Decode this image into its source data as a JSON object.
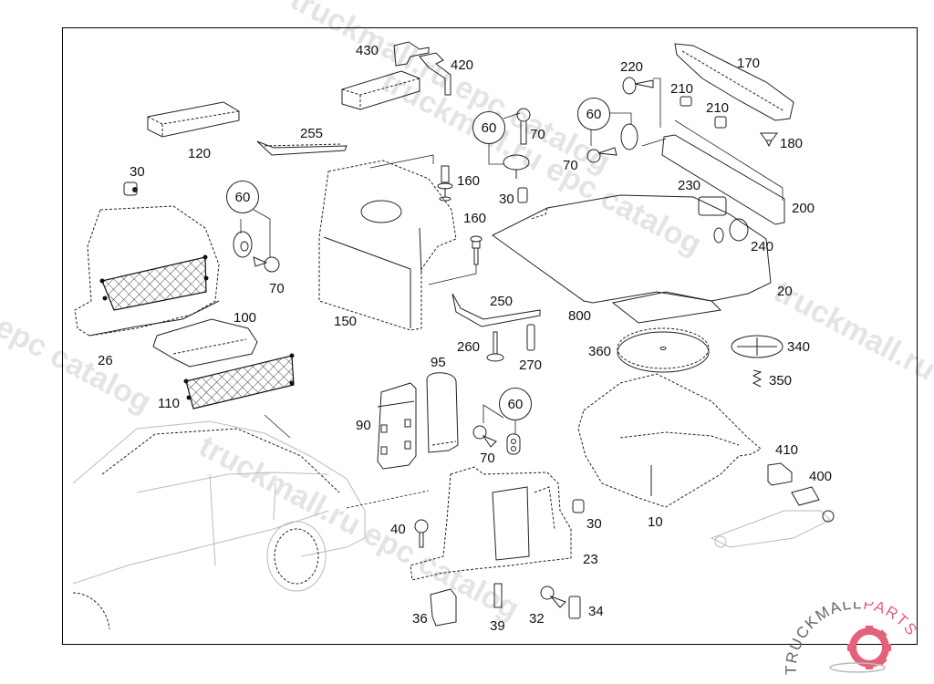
{
  "diagram": {
    "type": "exploded parts diagram",
    "subject": "Luggage compartment trim and components",
    "part_labels": [
      {
        "id": "p430",
        "number": "430"
      },
      {
        "id": "p420",
        "number": "420"
      },
      {
        "id": "p120",
        "number": "120"
      },
      {
        "id": "p255",
        "number": "255"
      },
      {
        "id": "p30a",
        "number": "30"
      },
      {
        "id": "p60a",
        "number": "60"
      },
      {
        "id": "p70a",
        "number": "70"
      },
      {
        "id": "p26",
        "number": "26"
      },
      {
        "id": "p100",
        "number": "100"
      },
      {
        "id": "p110",
        "number": "110"
      },
      {
        "id": "p150",
        "number": "150"
      },
      {
        "id": "p160a",
        "number": "160"
      },
      {
        "id": "p160b",
        "number": "160"
      },
      {
        "id": "p60b",
        "number": "60"
      },
      {
        "id": "p70b",
        "number": "70"
      },
      {
        "id": "p30b",
        "number": "30"
      },
      {
        "id": "p220",
        "number": "220"
      },
      {
        "id": "p60c",
        "number": "60"
      },
      {
        "id": "p70c",
        "number": "70"
      },
      {
        "id": "p210a",
        "number": "210"
      },
      {
        "id": "p210b",
        "number": "210"
      },
      {
        "id": "p170",
        "number": "170"
      },
      {
        "id": "p180",
        "number": "180"
      },
      {
        "id": "p230",
        "number": "230"
      },
      {
        "id": "p200",
        "number": "200"
      },
      {
        "id": "p240",
        "number": "240"
      },
      {
        "id": "p20",
        "number": "20"
      },
      {
        "id": "p250",
        "number": "250"
      },
      {
        "id": "p800",
        "number": "800"
      },
      {
        "id": "p260",
        "number": "260"
      },
      {
        "id": "p270",
        "number": "270"
      },
      {
        "id": "p360",
        "number": "360"
      },
      {
        "id": "p340",
        "number": "340"
      },
      {
        "id": "p350",
        "number": "350"
      },
      {
        "id": "p95",
        "number": "95"
      },
      {
        "id": "p90",
        "number": "90"
      },
      {
        "id": "p60d",
        "number": "60"
      },
      {
        "id": "p70d",
        "number": "70"
      },
      {
        "id": "p410",
        "number": "410"
      },
      {
        "id": "p400",
        "number": "400"
      },
      {
        "id": "p10",
        "number": "10"
      },
      {
        "id": "p40",
        "number": "40"
      },
      {
        "id": "p30c",
        "number": "30"
      },
      {
        "id": "p23",
        "number": "23"
      },
      {
        "id": "p36",
        "number": "36"
      },
      {
        "id": "p39",
        "number": "39"
      },
      {
        "id": "p32",
        "number": "32"
      },
      {
        "id": "p34",
        "number": "34"
      }
    ]
  },
  "watermarks": [
    "truckmall.ru epc catalog",
    "truckmall.ru epc catalog",
    "truckmall.ru epc catalog",
    "l epc catalog",
    "truckmall.ru epc catalog"
  ],
  "logo": {
    "text_dark": "TRUCKMALL",
    "text_accent": "PARTS",
    "accent_color": "#e5607c"
  }
}
